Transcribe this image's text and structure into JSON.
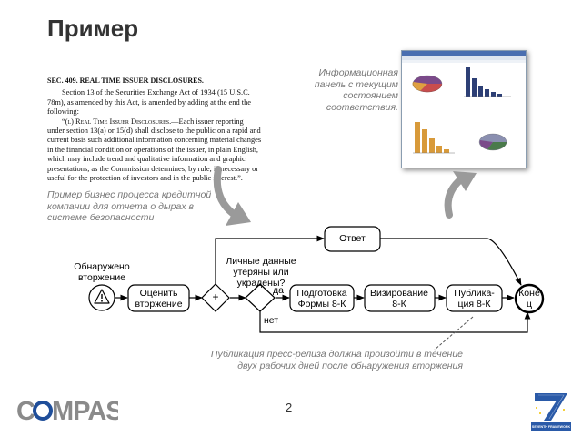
{
  "slide": {
    "title": "Пример",
    "page_number": "2"
  },
  "legal_text": {
    "heading": "SEC. 409. REAL TIME ISSUER DISCLOSURES.",
    "paragraph1": "Section 13 of the Securities Exchange Act of 1934 (15 U.S.C. 78m), as amended by this Act, is amended by adding at the end the following:",
    "subsection_label": "“(l) Real Time Issuer Disclosures.",
    "paragraph2": "—Each issuer reporting under section 13(a) or 15(d) shall disclose to the public on a rapid and current basis such additional information concerning material changes in the financial condition or operations of the issuer, in plain English, which may include trend and qualitative information and graphic presentations, as the Commission determines, by rule, is necessary or useful for the protection of investors and in the public interest.”."
  },
  "annotations": {
    "dashboard_note": "Информационная панель с текущим состоянием соответствия.",
    "example_note": "Пример бизнес процесса кредитной компании для отчета о дырах в системе безопасности",
    "deadline_note": "Публикация пресс-релиза должна произойти в течение двух рабочих дней после обнаружения вторжения"
  },
  "process": {
    "start_event": "Обнаружено вторжение",
    "assess_task": "Оценить вторжение",
    "parallel_gateway": "+",
    "decision_question": "Личные данные утеряны или украдены?",
    "answer_task": "Ответ",
    "prepare_task": "Подготовка Формы 8-К",
    "approve_task": "Визирование 8-К",
    "publish_task": "Публика-ция 8-К",
    "end_event": "Коне ц",
    "yes_label": "да",
    "no_label": "нет"
  },
  "logos": {
    "compas": "COMPAS",
    "fp7_number": "7",
    "fp7_text": "SEVENTH FRAMEWORK PROGRAMME"
  },
  "colors": {
    "arrow_gray": "#9a9a9a",
    "dashboard_blue": "#4a6fb0",
    "bar_orange": "#d89a3a",
    "pie_purple": "#7b4a8a",
    "compas_blue": "#1f4e9a",
    "compas_gray": "#8a8a8a"
  }
}
